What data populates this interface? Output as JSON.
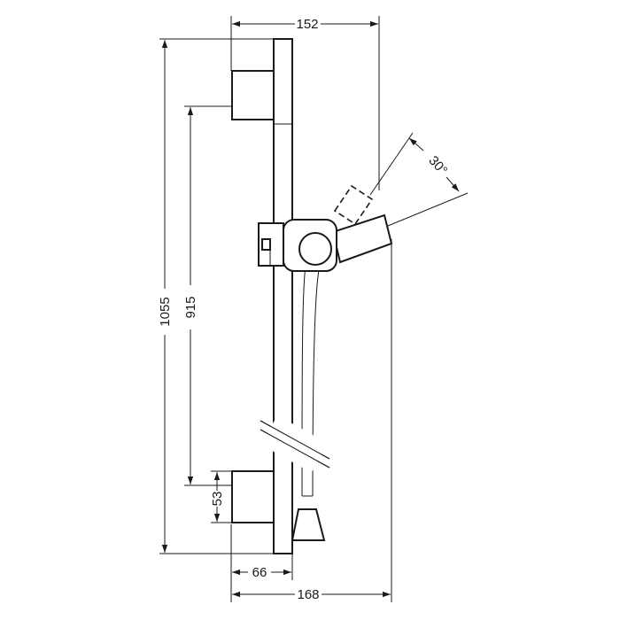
{
  "drawing": {
    "dimensions": {
      "top_width": "152",
      "bottom_width": "168",
      "bracket_offset": "66",
      "overall_height": "1055",
      "bracket_spacing": "915",
      "bracket_height": "53",
      "tilt_angle": "30°"
    },
    "colors": {
      "line": "#1a1a1a",
      "background": "#ffffff"
    }
  }
}
